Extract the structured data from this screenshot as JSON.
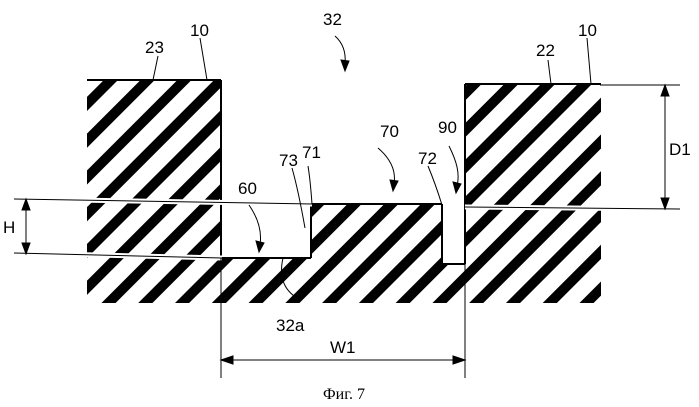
{
  "labels": {
    "ref_32": "32",
    "ref_23": "23",
    "ref_10_left": "10",
    "ref_22": "22",
    "ref_10_right": "10",
    "ref_70": "70",
    "ref_90": "90",
    "ref_73": "73",
    "ref_71": "71",
    "ref_72": "72",
    "ref_60": "60",
    "ref_32a": "32a",
    "dim_H": "H",
    "dim_D1": "D1",
    "dim_W1": "W1"
  },
  "caption": "Фиг. 7"
}
